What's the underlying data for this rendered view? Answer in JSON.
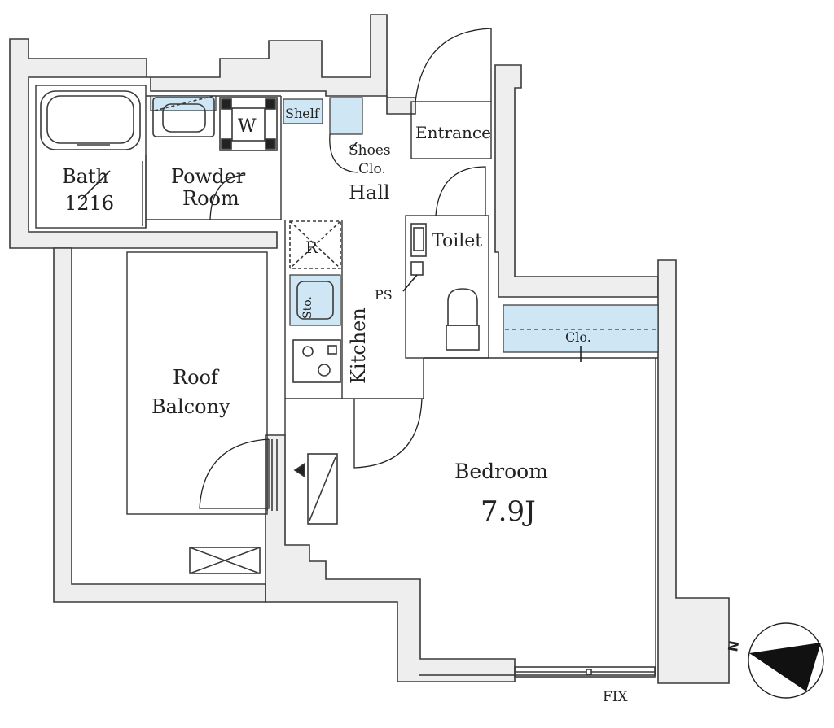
{
  "labels": {
    "bath": "Bath",
    "bath_size": "1216",
    "powder_line1": "Powder",
    "powder_line2": "Room",
    "washer": "W",
    "shelf": "Shelf",
    "shoes": "Shoes",
    "shoes_clo": "Clo.",
    "entrance": "Entrance",
    "hall": "Hall",
    "toilet": "Toilet",
    "refrigerator": "R",
    "storage": "Sto.",
    "ps": "PS",
    "kitchen": "Kitchen",
    "closet": "Clo.",
    "roof_line1": "Roof",
    "roof_line2": "Balcony",
    "bedroom": "Bedroom",
    "bedroom_size": "7.9J",
    "fix": "FIX",
    "north": "N"
  },
  "colors": {
    "wall_fill": "#eeeeee",
    "wall_line": "#3a3a3a",
    "storage_fill": "#cfe6f5",
    "line": "#222222"
  }
}
